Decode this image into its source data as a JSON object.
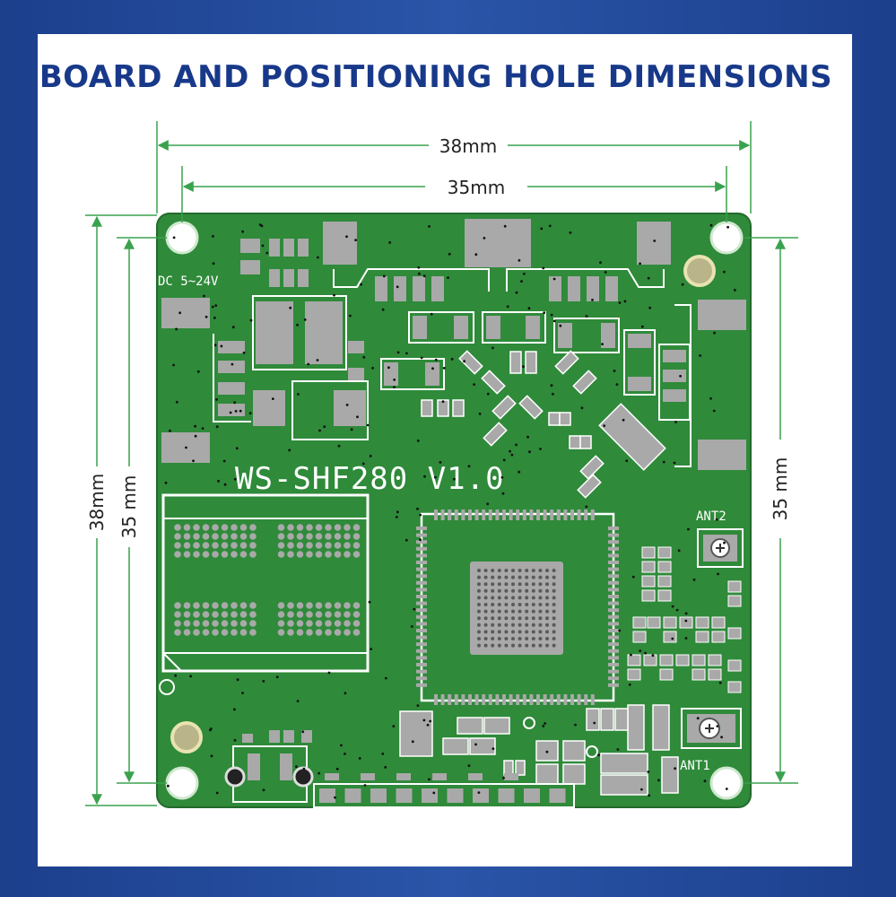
{
  "title": "BOARD AND POSITIONING HOLE DIMENSIONS",
  "dimensions": {
    "board_width": "38mm",
    "hole_width": "35mm",
    "board_height": "38mm",
    "hole_height_left": "35 mm",
    "hole_height_right": "35 mm"
  },
  "board": {
    "model_label": "WS-SHF280 V1.0",
    "power_label": "DC 5~24V",
    "antenna_1": "ANT1",
    "antenna_2": "ANT2"
  },
  "colors": {
    "background": "#1c3f8c",
    "title": "#18398a",
    "pcb": "#2f8a3a",
    "dimension_line": "#3aa24e",
    "silkscreen": "#ffffff",
    "pad": "#a9a9a9"
  }
}
